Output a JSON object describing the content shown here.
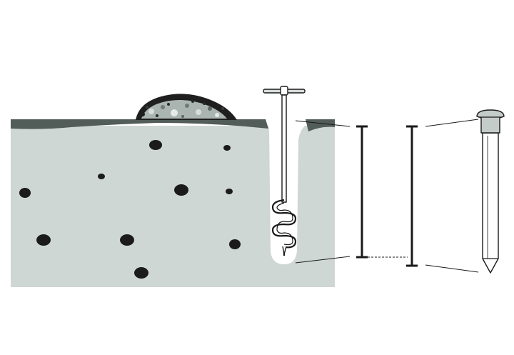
{
  "diagram": {
    "parts": [
      {
        "id": "soil",
        "icon": "soil-block"
      },
      {
        "id": "spoil-pile",
        "icon": "dirt-mound"
      },
      {
        "id": "borehole",
        "icon": "drilled-hole"
      },
      {
        "id": "auger",
        "icon": "hand-auger"
      },
      {
        "id": "hole-depth",
        "icon": "depth-bar"
      },
      {
        "id": "tube-length",
        "icon": "length-bar"
      },
      {
        "id": "access-tube",
        "icon": "capped-tube"
      }
    ],
    "colors": {
      "soil": "#cfd7d4",
      "topsoil": "#525c59",
      "stone": "#1b1b1b",
      "pile_dark": "#2a2a2a",
      "pile_light": "#aab4b1",
      "tube": "#ffffff",
      "tube_cap": "#c4ccc9",
      "line": "#1a1a1a"
    }
  }
}
